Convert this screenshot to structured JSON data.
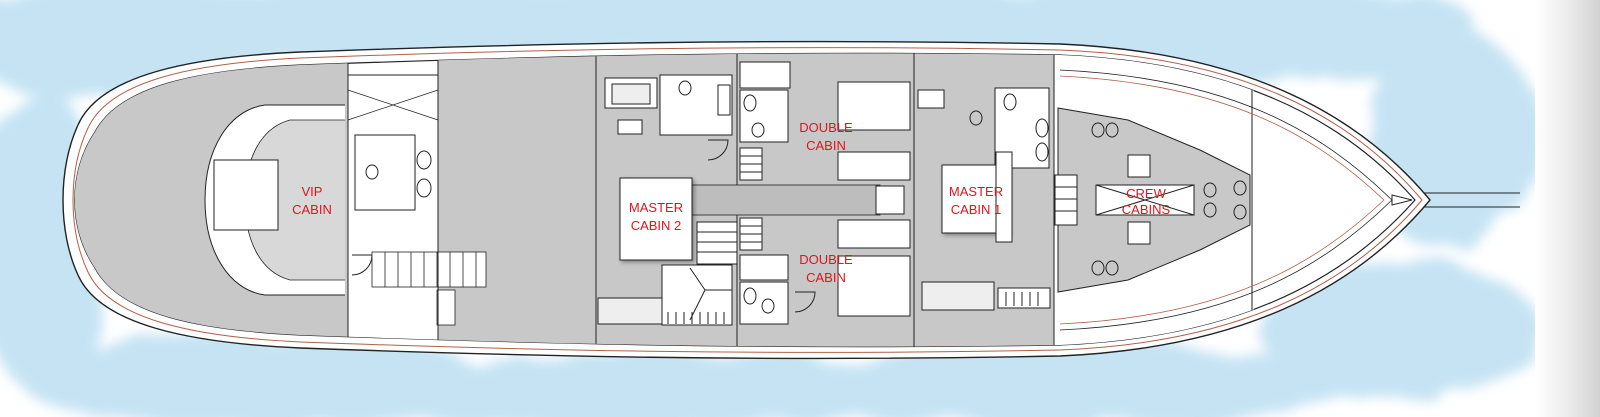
{
  "colors": {
    "label": "#e0141e",
    "deck_gray": "#c8c8c8",
    "line": "#222222",
    "hull_accent": "#b0604a",
    "water": "#bcdff2"
  },
  "cabins": {
    "vip": {
      "line1": "VIP",
      "line2": "CABIN"
    },
    "master2": {
      "line1": "MASTER",
      "line2": "CABIN 2"
    },
    "double_top": {
      "line1": "DOUBLE",
      "line2": "CABIN"
    },
    "double_bottom": {
      "line1": "DOUBLE",
      "line2": "CABIN"
    },
    "master1": {
      "line1": "MASTER",
      "line2": "CABIN 1"
    },
    "crew": {
      "line1": "CREW",
      "line2": "CABINS"
    }
  }
}
